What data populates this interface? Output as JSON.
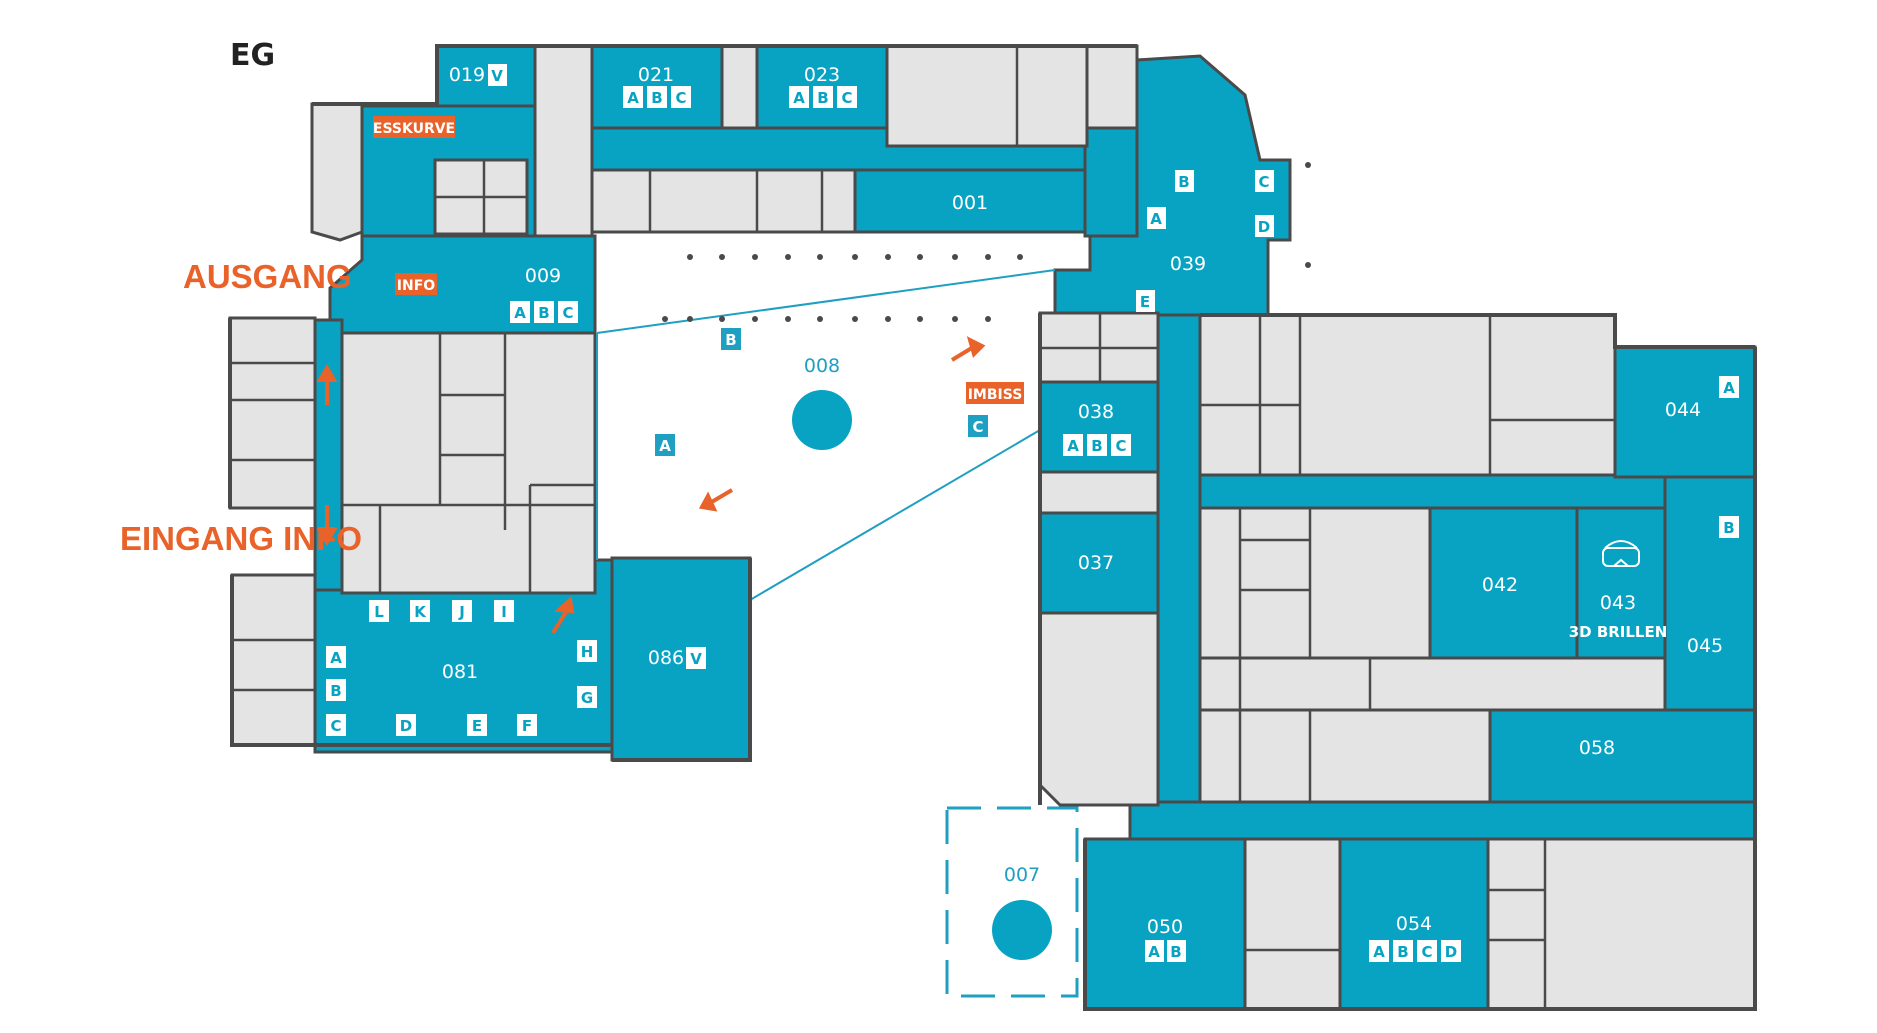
{
  "floor_label": "EG",
  "colors": {
    "room_blue": "#08a3c3",
    "room_grey": "#e4e4e4",
    "wall": "#4a4a4a",
    "accent_orange": "#e8622a",
    "outdoor_blue": "#1f9fc1"
  },
  "labels": {
    "exit": "AUSGANG",
    "entrance": "EINGANG INFO"
  },
  "tags": {
    "esskurve": "ESSKURVE",
    "info": "INFO",
    "imbiss": "IMBISS"
  },
  "rooms": {
    "r019": {
      "number": "019",
      "badges": [
        "V"
      ]
    },
    "r021": {
      "number": "021",
      "badges": [
        "A",
        "B",
        "C"
      ]
    },
    "r023": {
      "number": "023",
      "badges": [
        "A",
        "B",
        "C"
      ]
    },
    "r001": {
      "number": "001"
    },
    "r009": {
      "number": "009",
      "badges": [
        "A",
        "B",
        "C"
      ]
    },
    "r039": {
      "number": "039",
      "badges": [
        "A",
        "B",
        "C",
        "D",
        "E"
      ]
    },
    "r038": {
      "number": "038",
      "badges": [
        "A",
        "B",
        "C"
      ]
    },
    "r037": {
      "number": "037"
    },
    "r044": {
      "number": "044",
      "badges": [
        "A"
      ]
    },
    "r042": {
      "number": "042"
    },
    "r043": {
      "number": "043",
      "subtitle": "3D BRILLEN",
      "icon": "vr-headset-icon"
    },
    "r045": {
      "number": "045",
      "badges": [
        "B"
      ]
    },
    "r058": {
      "number": "058"
    },
    "r081": {
      "number": "081",
      "badges": [
        "A",
        "B",
        "C",
        "D",
        "E",
        "F",
        "G",
        "H",
        "I",
        "J",
        "K",
        "L"
      ]
    },
    "r086": {
      "number": "086",
      "badges": [
        "V"
      ]
    },
    "r050": {
      "number": "050",
      "badges": [
        "A",
        "B"
      ]
    },
    "r054": {
      "number": "054",
      "badges": [
        "A",
        "B",
        "C",
        "D"
      ]
    }
  },
  "outdoor": {
    "courtyard": {
      "number": "008",
      "badges": [
        "A",
        "B",
        "C"
      ]
    },
    "area007": {
      "number": "007"
    }
  }
}
